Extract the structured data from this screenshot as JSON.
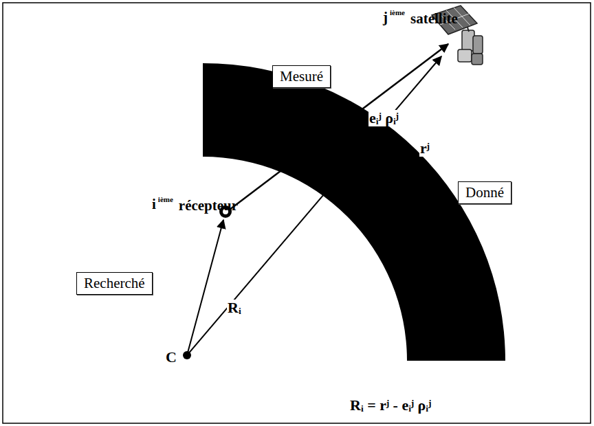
{
  "diagram": {
    "nodes": [
      {
        "text": [
          "Mesuré"
        ]
      },
      {
        "text": [
          "Donné"
        ]
      },
      {
        "text": [
          "Recherché"
        ]
      }
    ],
    "labels": [
      "j",
      "ième",
      "satellite",
      "eᵢʲ ρᵢʲ",
      "rʲ",
      "i",
      "ième",
      "récepteur",
      "Rᵢ",
      "C",
      "Rᵢ = rʲ - eᵢʲ ρᵢʲ"
    ]
  }
}
